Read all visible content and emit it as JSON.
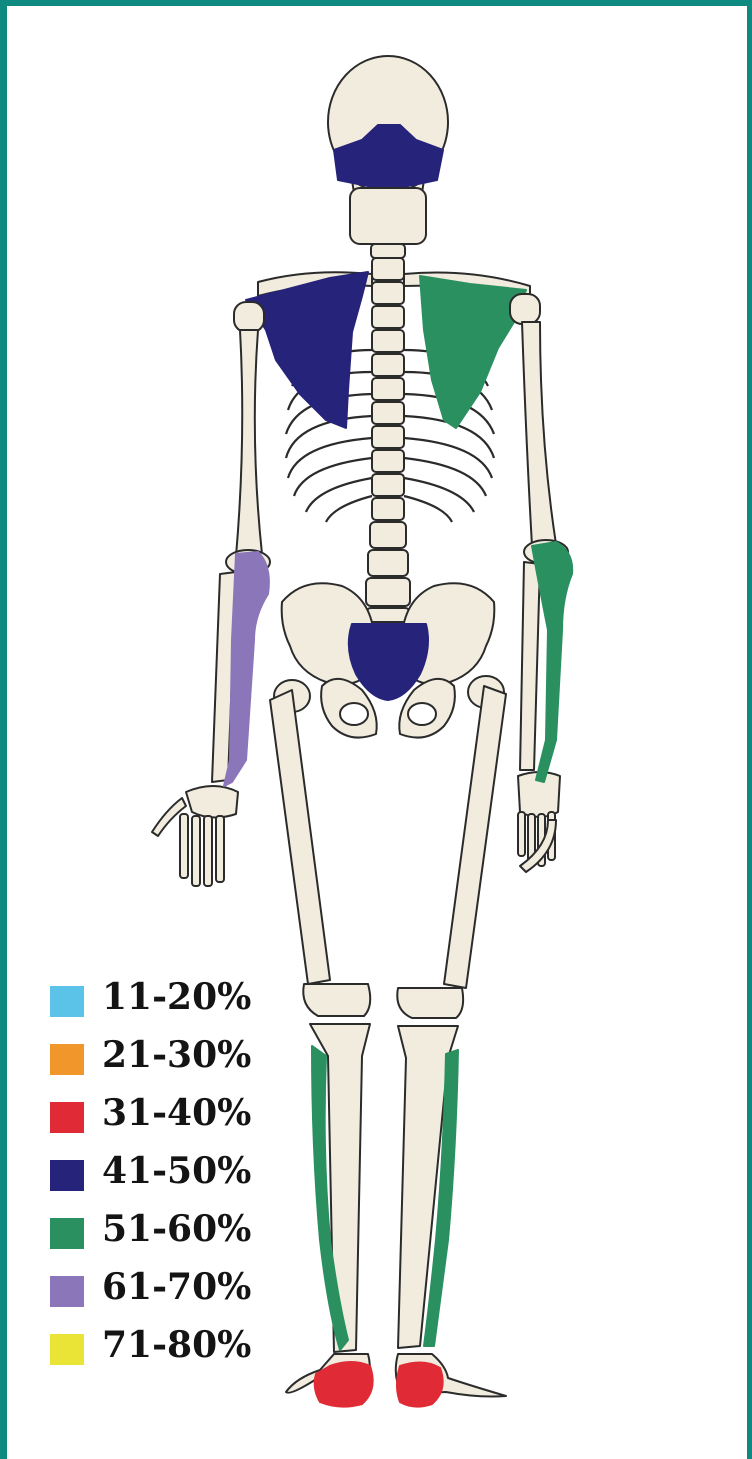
{
  "figure": {
    "frame_color": "#0f8a80",
    "bone_fill": "#f1ecdd",
    "bone_outline": "#2b2b2b"
  },
  "regions": [
    {
      "name": "occipital",
      "category": "41-50%",
      "color": "#26237a"
    },
    {
      "name": "right-scapula",
      "category": "41-50%",
      "color": "#26237a"
    },
    {
      "name": "left-scapula",
      "category": "51-60%",
      "color": "#2a9060"
    },
    {
      "name": "sacrum",
      "category": "41-50%",
      "color": "#26237a"
    },
    {
      "name": "right-radius",
      "category": "61-70%",
      "color": "#8b76b9"
    },
    {
      "name": "left-radius",
      "category": "51-60%",
      "color": "#2a9060"
    },
    {
      "name": "right-fibula",
      "category": "51-60%",
      "color": "#2a9060"
    },
    {
      "name": "left-fibula",
      "category": "51-60%",
      "color": "#2a9060"
    },
    {
      "name": "right-calcaneus",
      "category": "31-40%",
      "color": "#e02a35"
    },
    {
      "name": "left-calcaneus",
      "category": "31-40%",
      "color": "#e02a35"
    }
  ],
  "legend": [
    {
      "label": "11-20%",
      "color": "#5bc3e8"
    },
    {
      "label": "21-30%",
      "color": "#f0962a"
    },
    {
      "label": "31-40%",
      "color": "#e02a35"
    },
    {
      "label": "41-50%",
      "color": "#26237a"
    },
    {
      "label": "51-60%",
      "color": "#2a9060"
    },
    {
      "label": "61-70%",
      "color": "#8b76b9"
    },
    {
      "label": "71-80%",
      "color": "#eae436"
    }
  ]
}
